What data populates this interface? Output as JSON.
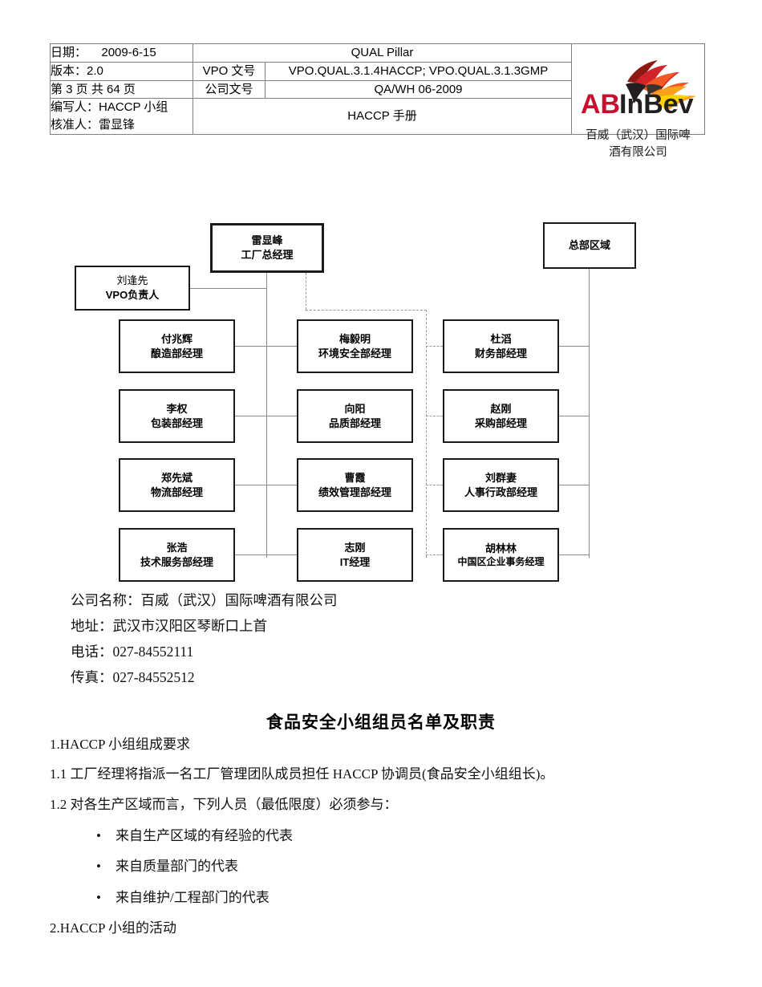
{
  "header": {
    "date_label": "日期：",
    "date_value": "2009-6-15",
    "pillar": "QUAL Pillar",
    "version": "版本：2.0",
    "vpo_doc_label": "VPO 文号",
    "vpo_doc_value": "VPO.QUAL.3.1.4HACCP; VPO.QUAL.3.1.3GMP",
    "page_info": "第 3 页 共 64 页",
    "company_doc_label": "公司文号",
    "company_doc_value": "QA/WH 06-2009",
    "author_line1": "编写人：HACCP 小组",
    "author_line2": "核准人：雷显锋",
    "manual_title": "HACCP 手册",
    "logo": {
      "text_ab": "AB",
      "text_inbev": "InBev",
      "color_ab": "#C8102E",
      "color_inbev": "#231F20",
      "eagle_colors": [
        "#8A1A12",
        "#D2232A",
        "#F05A22",
        "#F9A11B",
        "#FFD200"
      ],
      "caption_line1": "百威（武汉）国际啤",
      "caption_line2": "酒有限公司"
    }
  },
  "org_chart": {
    "top": {
      "name": "雷显峰",
      "title": "工厂总经理"
    },
    "hq": {
      "name": "总部区域",
      "title": ""
    },
    "vpo": {
      "name": "刘逢先",
      "title": "VPO负责人"
    },
    "left_column": [
      {
        "name": "付兆辉",
        "title": "酿造部经理"
      },
      {
        "name": "李权",
        "title": "包装部经理"
      },
      {
        "name": "郑先斌",
        "title": "物流部经理"
      },
      {
        "name": "张浩",
        "title": "技术服务部经理"
      }
    ],
    "middle_column": [
      {
        "name": "梅毅明",
        "title": "环境安全部经理"
      },
      {
        "name": "向阳",
        "title": "品质部经理"
      },
      {
        "name": "曹霞",
        "title": "绩效管理部经理"
      },
      {
        "name": "志刚",
        "title": "IT经理"
      }
    ],
    "right_column": [
      {
        "name": "杜滔",
        "title": "财务部经理"
      },
      {
        "name": "赵刚",
        "title": "采购部经理"
      },
      {
        "name": "刘群妻",
        "title": "人事行政部经理"
      },
      {
        "name": "胡林林",
        "title": "中国区企业事务经理"
      }
    ]
  },
  "company_info": {
    "line_name": "公司名称：百威（武汉）国际啤酒有限公司",
    "line_address": "地址：武汉市汉阳区琴断口上首",
    "line_tel": "电话：027-84552111",
    "line_fax": "传真：027-84552512"
  },
  "body": {
    "section_title": "食品安全小组组员名单及职责",
    "item_1": "1.HACCP 小组组成要求",
    "item_1_1": "1.1 工厂经理将指派一名工厂管理团队成员担任 HACCP 协调员(食品安全小组组长)。",
    "item_1_2": "1.2 对各生产区域而言，下列人员（最低限度）必须参与：",
    "bullets": [
      "来自生产区域的有经验的代表",
      "来自质量部门的代表",
      "来自维护/工程部门的代表"
    ],
    "bullet_glyph": "•",
    "item_2": "2.HACCP 小组的活动"
  }
}
